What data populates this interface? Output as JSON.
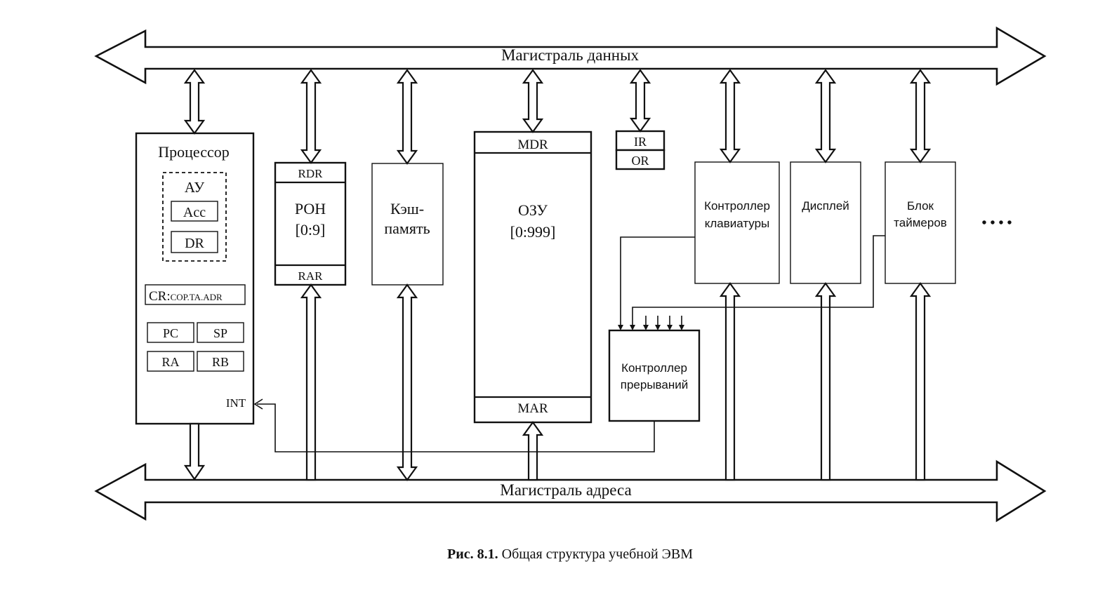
{
  "buses": {
    "data_bus_label": "Магистраль данных",
    "address_bus_label": "Магистраль адреса"
  },
  "processor": {
    "title": "Процессор",
    "alu_title": "АУ",
    "acc": "Acc",
    "dr": "DR",
    "cr": "CR:",
    "cr_fields": "COP.TA.ADR",
    "pc": "PC",
    "sp": "SP",
    "ra": "RA",
    "rb": "RB",
    "int": "INT"
  },
  "roh": {
    "rdr": "RDR",
    "title": "РОН",
    "range": "[0:9]",
    "rar": "RAR"
  },
  "cache": {
    "line1": "Кэш-",
    "line2": "память"
  },
  "ram": {
    "mdr": "MDR",
    "title": "ОЗУ",
    "range": "[0:999]",
    "mar": "MAR"
  },
  "io_regs": {
    "ir": "IR",
    "or": "OR"
  },
  "keyboard": {
    "line1": "Контроллер",
    "line2": "клавиатуры"
  },
  "display": {
    "label": "Дисплей"
  },
  "timers": {
    "line1": "Блок",
    "line2": "таймеров"
  },
  "interrupt_controller": {
    "line1": "Контроллер",
    "line2": "прерываний"
  },
  "ellipsis": "• • • •",
  "caption": {
    "prefix": "Рис. 8.1.",
    "text": "Общая структура учебной ЭВМ"
  }
}
